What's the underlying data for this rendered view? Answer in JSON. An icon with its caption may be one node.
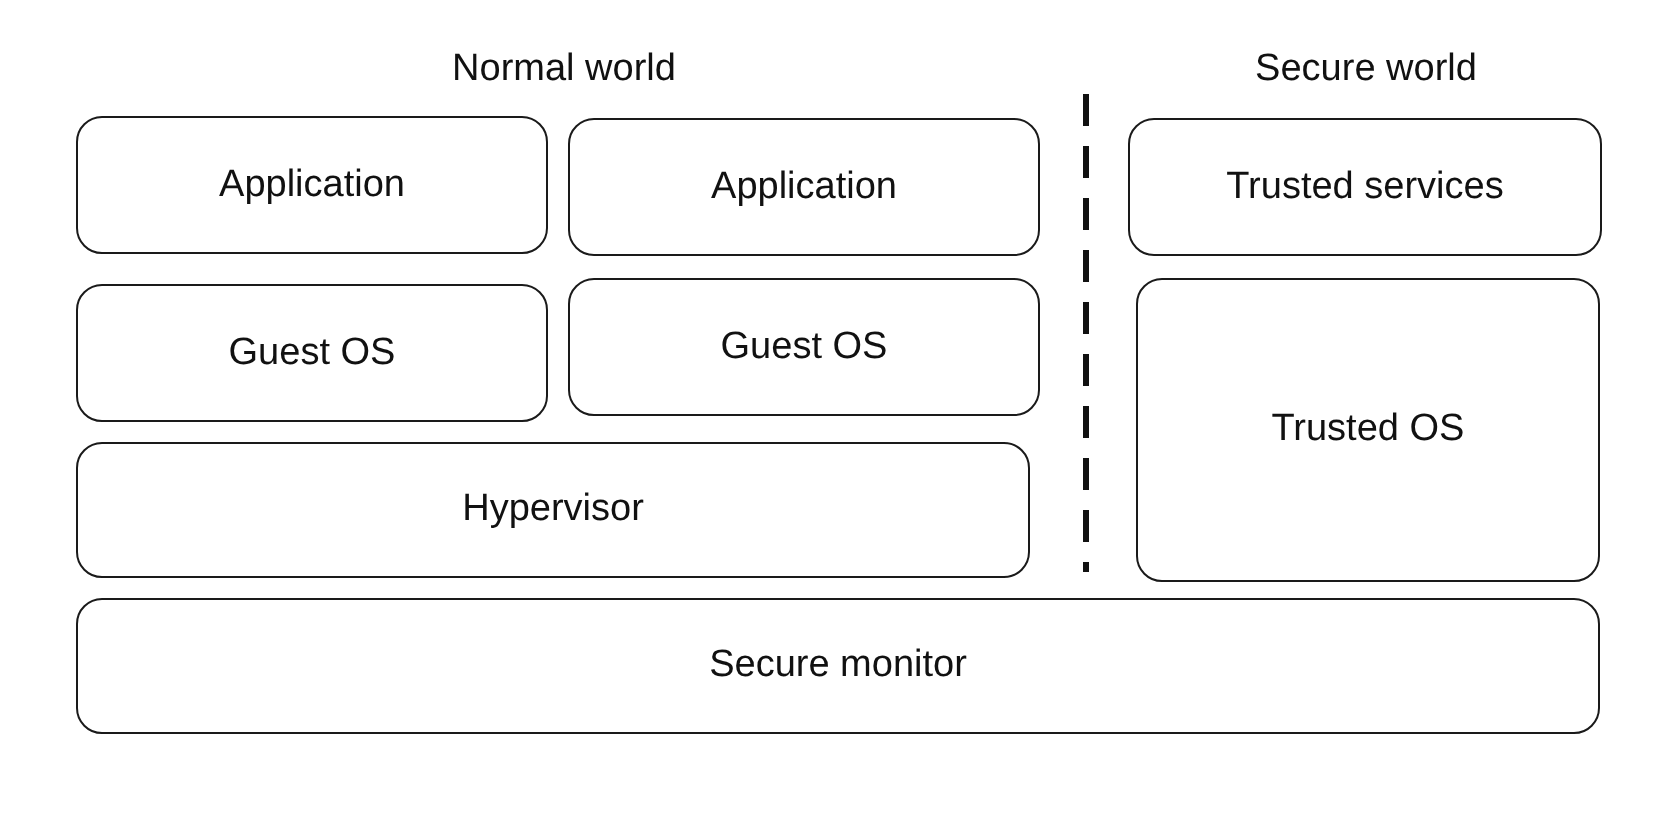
{
  "diagram": {
    "nodes": [
      {
        "text": [
          "Application"
        ]
      },
      {
        "text": [
          "Application"
        ]
      },
      {
        "text": [
          "Trusted services"
        ]
      },
      {
        "text": [
          "Guest OS"
        ]
      },
      {
        "text": [
          "Guest OS"
        ]
      },
      {
        "text": [
          "Trusted OS"
        ]
      },
      {
        "text": [
          "Hypervisor"
        ]
      },
      {
        "text": [
          "Secure monitor"
        ]
      }
    ],
    "labels": [
      "Normal world",
      "Secure world"
    ]
  }
}
